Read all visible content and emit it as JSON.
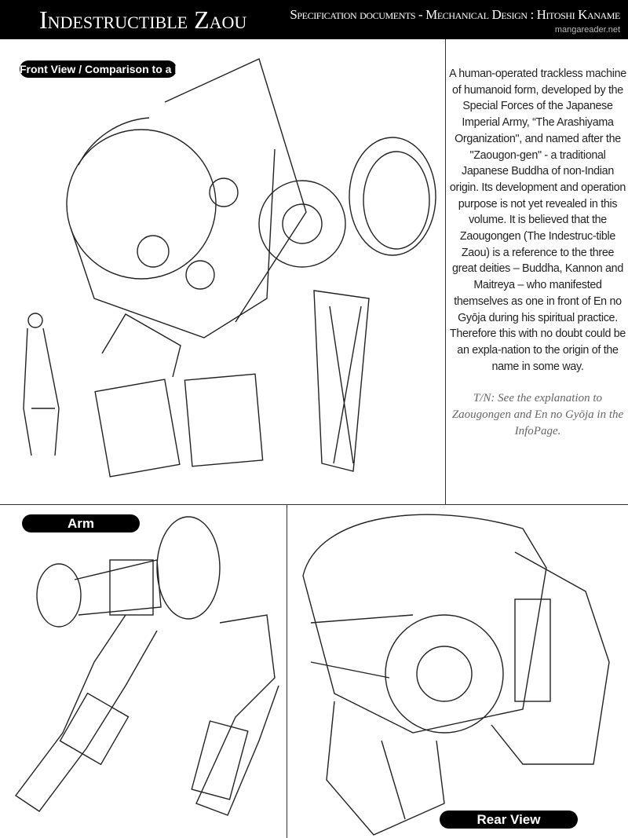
{
  "header": {
    "title": "Indestructible Zaou",
    "subtitle": "Specification documents - Mechanical Design : Hitoshi Kaname",
    "watermark": "mangareader.net"
  },
  "panels": {
    "front": {
      "label": "Front View / Comparison to a Human"
    },
    "arm": {
      "label": "Arm"
    },
    "rear": {
      "label": "Rear View"
    }
  },
  "description": {
    "body": "A human-operated trackless machine of humanoid form, developed by the Special Forces of the Japanese Imperial Army, “The Arashiyama Organization\", and named after the \"Zaougon-gen\" - a traditional Japanese Buddha of non-Indian origin. Its development and operation purpose is not yet revealed in this volume. It is believed that the Zaougongen (The Indestruc-tible Zaou) is a reference to the three great deities – Buddha, Kannon and Maitreya – who manifested themselves as one in front of En no Gyōja during his spiritual practice. Therefore this with no doubt could be an expla-nation to the origin of the name in some way.",
    "note": "T/N: See the explanation to Zaougongen and En no Gyōja in the InfoPage."
  }
}
